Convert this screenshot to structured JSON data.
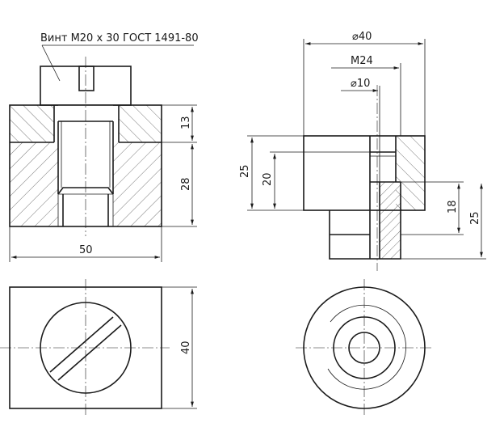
{
  "annotation": {
    "text": "Винт М20 х 30 ГОСТ 1491-80"
  },
  "dimensions": {
    "front_width": "50",
    "front_top_height": "13",
    "front_bottom_height": "28",
    "top_view_depth": "40",
    "outer_diameter": "⌀40",
    "thread": "М24",
    "inner_diameter": "⌀10",
    "left_total_height": "25",
    "left_inner_height": "20",
    "right_inner_height": "18",
    "right_total_height": "25"
  },
  "colors": {
    "line": "#1a1a1a",
    "background": "#ffffff"
  }
}
